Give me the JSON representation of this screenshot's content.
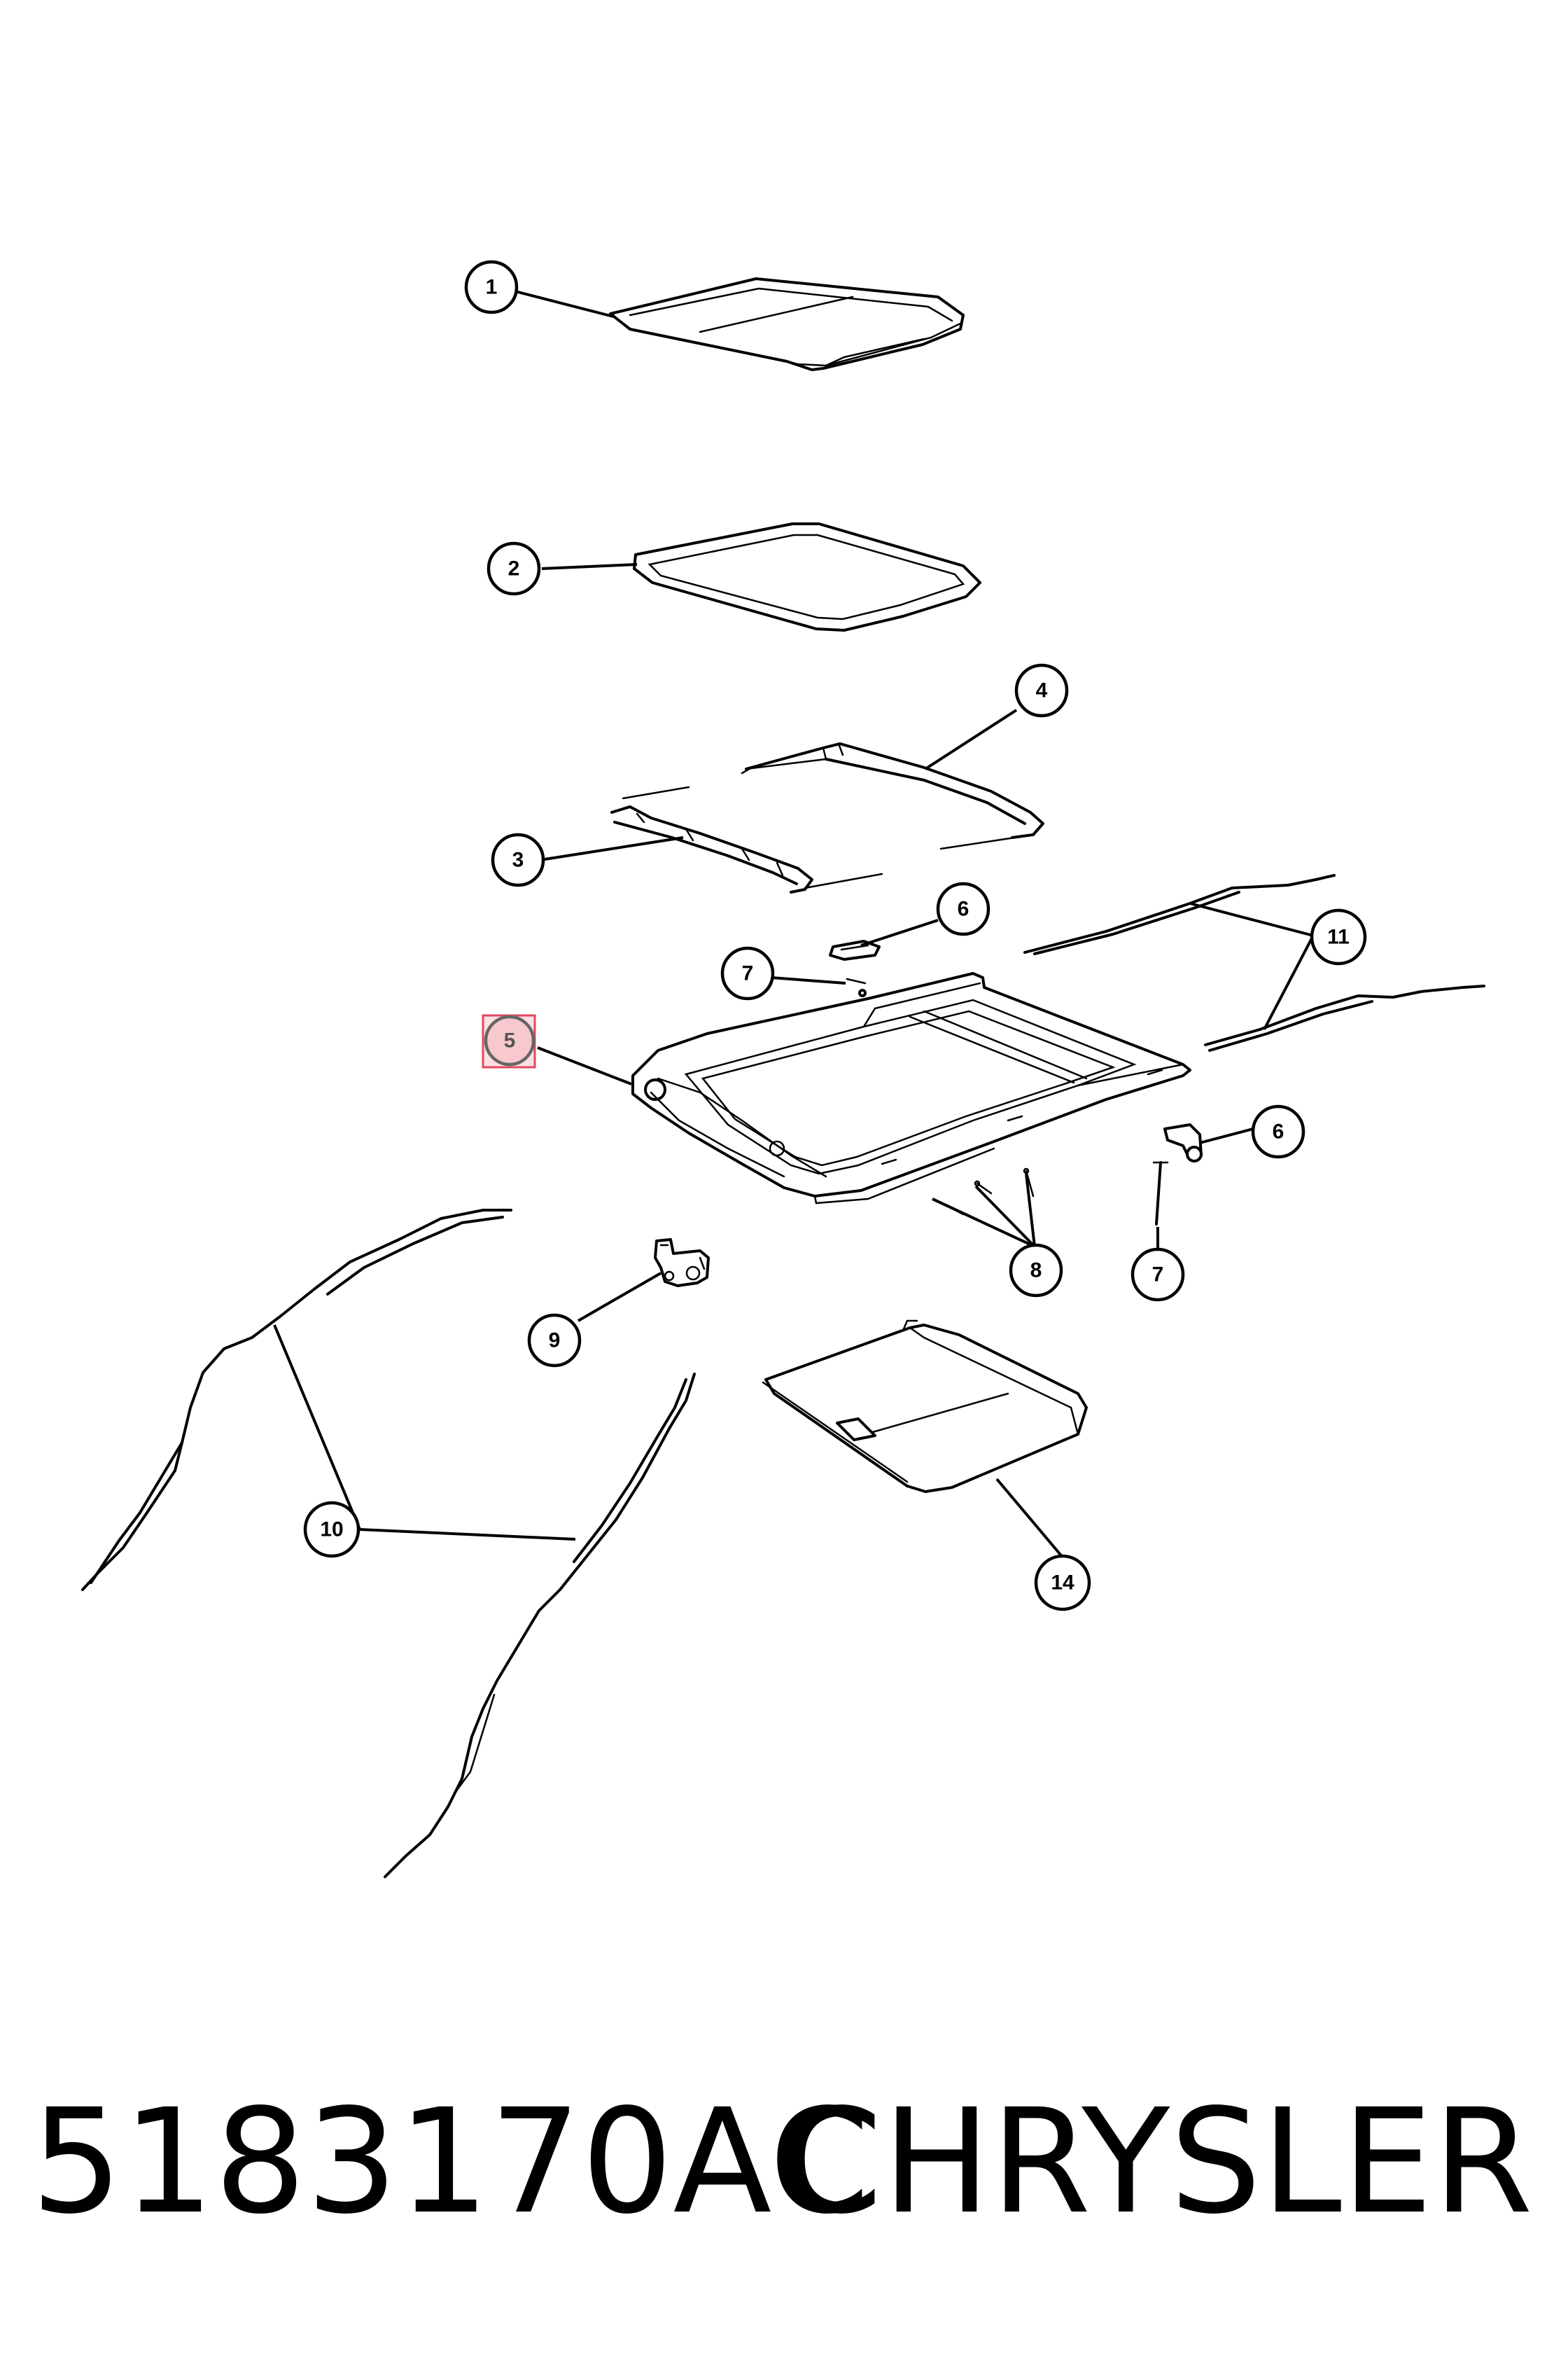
{
  "callouts": [
    {
      "id": "c1",
      "label": "1"
    },
    {
      "id": "c2",
      "label": "2"
    },
    {
      "id": "c3",
      "label": "3"
    },
    {
      "id": "c4",
      "label": "4"
    },
    {
      "id": "c5",
      "label": "5"
    },
    {
      "id": "c6a",
      "label": "6"
    },
    {
      "id": "c6b",
      "label": "6"
    },
    {
      "id": "c7a",
      "label": "7"
    },
    {
      "id": "c7b",
      "label": "7"
    },
    {
      "id": "c8",
      "label": "8"
    },
    {
      "id": "c9",
      "label": "9"
    },
    {
      "id": "c10",
      "label": "10"
    },
    {
      "id": "c11",
      "label": "11"
    },
    {
      "id": "c14",
      "label": "14"
    }
  ],
  "highlighted_callout": "5",
  "footer": {
    "part_number": "5183170AC",
    "brand": "CHRYSLER"
  },
  "colors": {
    "line": "#000000",
    "background": "#ffffff",
    "highlight": "#e2485f"
  }
}
